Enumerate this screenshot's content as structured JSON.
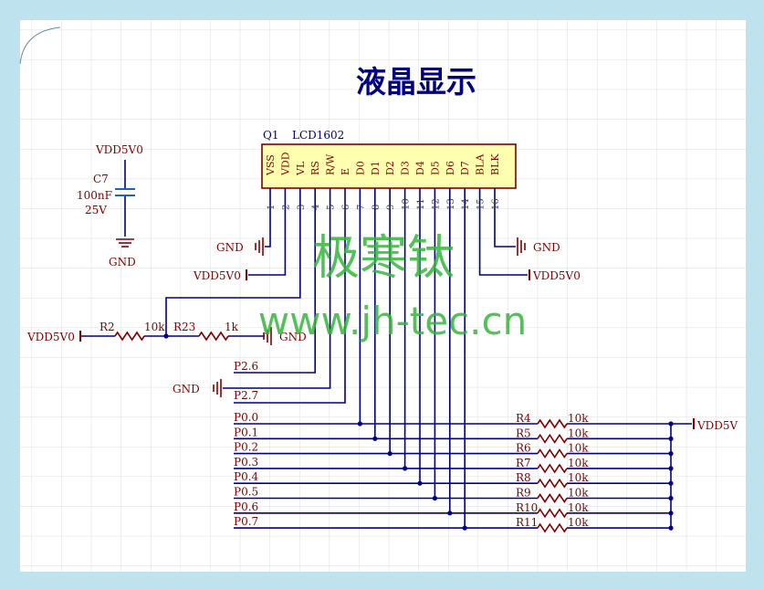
{
  "title": "液晶显示",
  "watermark": {
    "line1": "极寒钛",
    "line2": "www.jh-tec.cn"
  },
  "lcd": {
    "designator": "Q1",
    "part": "LCD1602",
    "pins": [
      {
        "num": "1",
        "name": "VSS"
      },
      {
        "num": "2",
        "name": "VDD"
      },
      {
        "num": "3",
        "name": "VL"
      },
      {
        "num": "4",
        "name": "RS"
      },
      {
        "num": "5",
        "name": "R/W"
      },
      {
        "num": "6",
        "name": "E"
      },
      {
        "num": "7",
        "name": "D0"
      },
      {
        "num": "8",
        "name": "D1"
      },
      {
        "num": "9",
        "name": "D2"
      },
      {
        "num": "10",
        "name": "D3"
      },
      {
        "num": "11",
        "name": "D4"
      },
      {
        "num": "12",
        "name": "D5"
      },
      {
        "num": "13",
        "name": "D6"
      },
      {
        "num": "14",
        "name": "D7"
      },
      {
        "num": "15",
        "name": "BLA"
      },
      {
        "num": "16",
        "name": "BLK"
      }
    ]
  },
  "capacitor": {
    "ref": "C7",
    "value": "100nF",
    "voltage": "25V",
    "top_net": "VDD5V0",
    "bottom_net": "GND"
  },
  "power": {
    "vss_gnd": "GND",
    "vdd_label": "VDD5V0",
    "blk_gnd": "GND",
    "bla_vdd": "VDD5V0",
    "divider_vdd": "VDD5V0",
    "divider_gnd": "GND",
    "rw_gnd": "GND",
    "pullup_vdd": "VDD5V"
  },
  "resistors": {
    "r2": {
      "ref": "R2",
      "value": "10k"
    },
    "r23": {
      "ref": "R23",
      "value": "1k"
    }
  },
  "control_nets": [
    "P2.6",
    "P2.7"
  ],
  "data_nets": [
    "P0.0",
    "P0.1",
    "P0.2",
    "P0.3",
    "P0.4",
    "P0.5",
    "P0.6",
    "P0.7"
  ],
  "pullups": [
    {
      "ref": "R4",
      "value": "10k"
    },
    {
      "ref": "R5",
      "value": "10k"
    },
    {
      "ref": "R6",
      "value": "10k"
    },
    {
      "ref": "R7",
      "value": "10k"
    },
    {
      "ref": "R8",
      "value": "10k"
    },
    {
      "ref": "R9",
      "value": "10k"
    },
    {
      "ref": "R10",
      "value": "10k"
    },
    {
      "ref": "R11",
      "value": "10k"
    }
  ],
  "colors": {
    "wire": "#000080",
    "label": "#800000",
    "body_fill": "#ffffb0",
    "grid": "#dadada",
    "watermark": "#36b53c",
    "bg": "#bfe3ee"
  }
}
